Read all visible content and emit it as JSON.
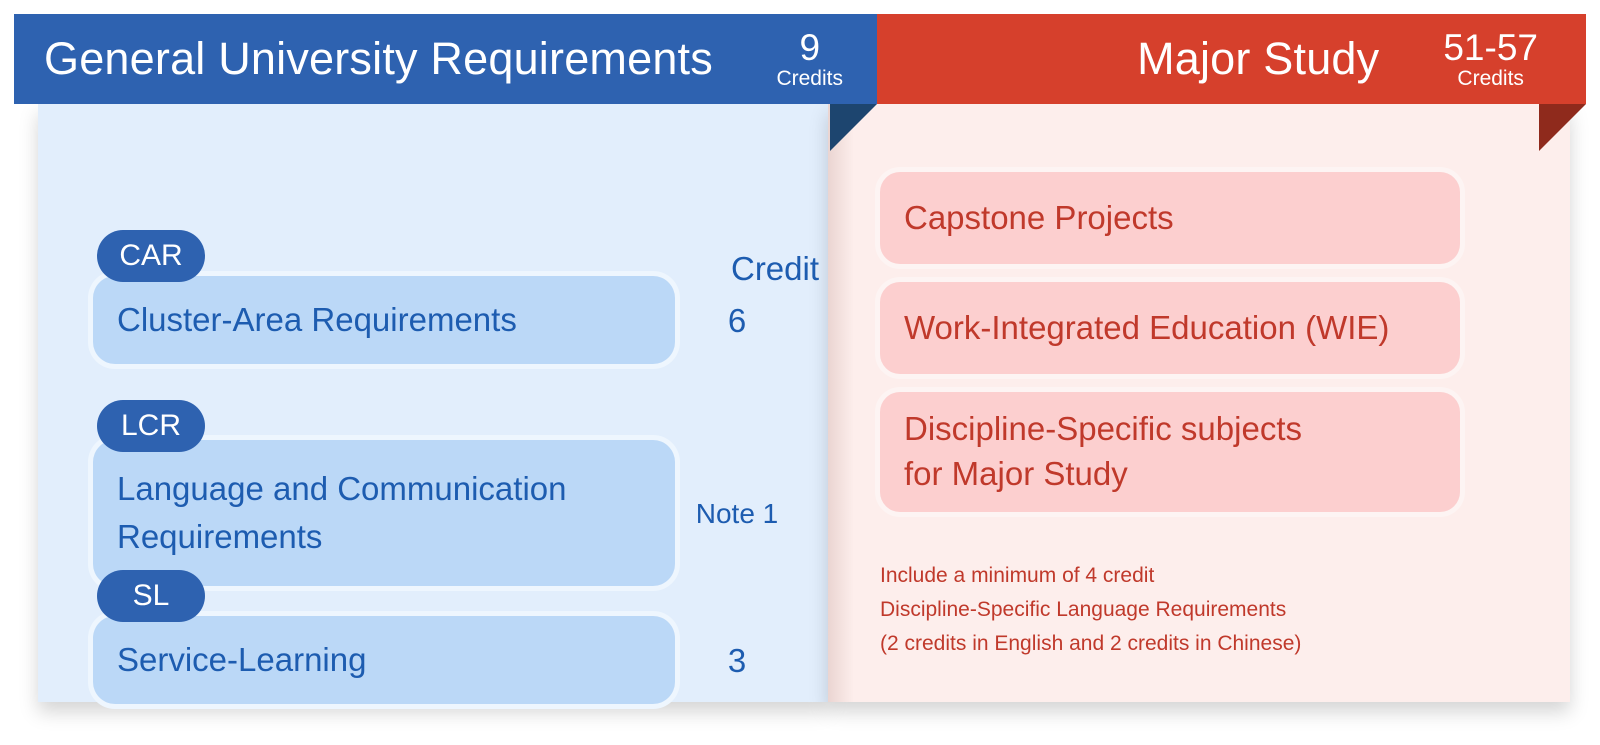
{
  "left_panel": {
    "header": {
      "title": "General University Requirements",
      "credits_number": "9",
      "credits_label": "Credits"
    },
    "credit_column_header": "Credit",
    "requirements": [
      {
        "badge": "CAR",
        "name": "Cluster-Area Requirements",
        "credit": "6"
      },
      {
        "badge": "LCR",
        "name": "Language and Communication Requirements",
        "credit": "Note 1"
      },
      {
        "badge": "SL",
        "name": "Service-Learning",
        "credit": "3"
      }
    ]
  },
  "right_panel": {
    "header": {
      "title": "Major Study",
      "credits_number": "51-57",
      "credits_label": "Credits"
    },
    "items": [
      {
        "name": "Capstone Projects"
      },
      {
        "name": "Work-Integrated Education (WIE)"
      },
      {
        "name_line1": "Discipline-Specific subjects",
        "name_line2": "for Major Study"
      }
    ],
    "note": {
      "line1": "Include a minimum of 4 credit",
      "line2": "Discipline-Specific Language Requirements",
      "line3": "(2 credits in English and 2 credits in Chinese)"
    }
  },
  "colors": {
    "primary_blue": "#2e62b0",
    "primary_red": "#d6402c",
    "panel_blue_bg": "#e2eefc",
    "panel_red_bg": "#fdeeec",
    "card_blue": "#bbd8f7",
    "card_pink": "#fccfcf",
    "text_blue": "#1d5cb0",
    "text_red": "#c0392b",
    "fold_blue": "#1d456f",
    "fold_red": "#8f2a1c"
  }
}
